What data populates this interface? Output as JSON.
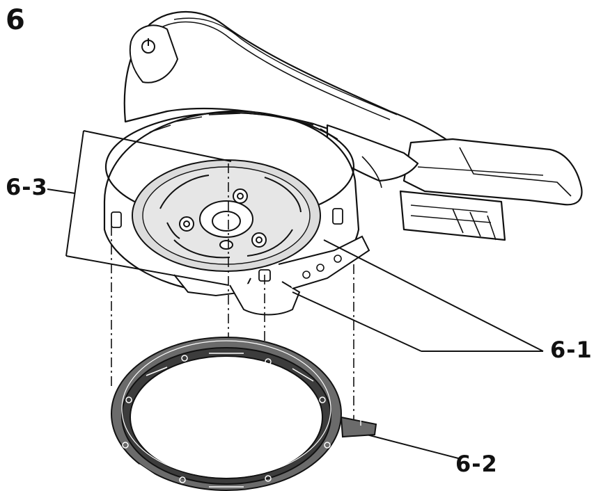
{
  "step_number": "6",
  "callouts": {
    "c63": "6-3",
    "c61": "6-1",
    "c62": "6-2"
  },
  "colors": {
    "line": "#111111",
    "ring_fill": "#6b6b6b",
    "ring_dark": "#3c3c3c",
    "plate_fill": "#dcdcdc",
    "background": "#ffffff"
  },
  "icons": {
    "power": "power-icon"
  }
}
